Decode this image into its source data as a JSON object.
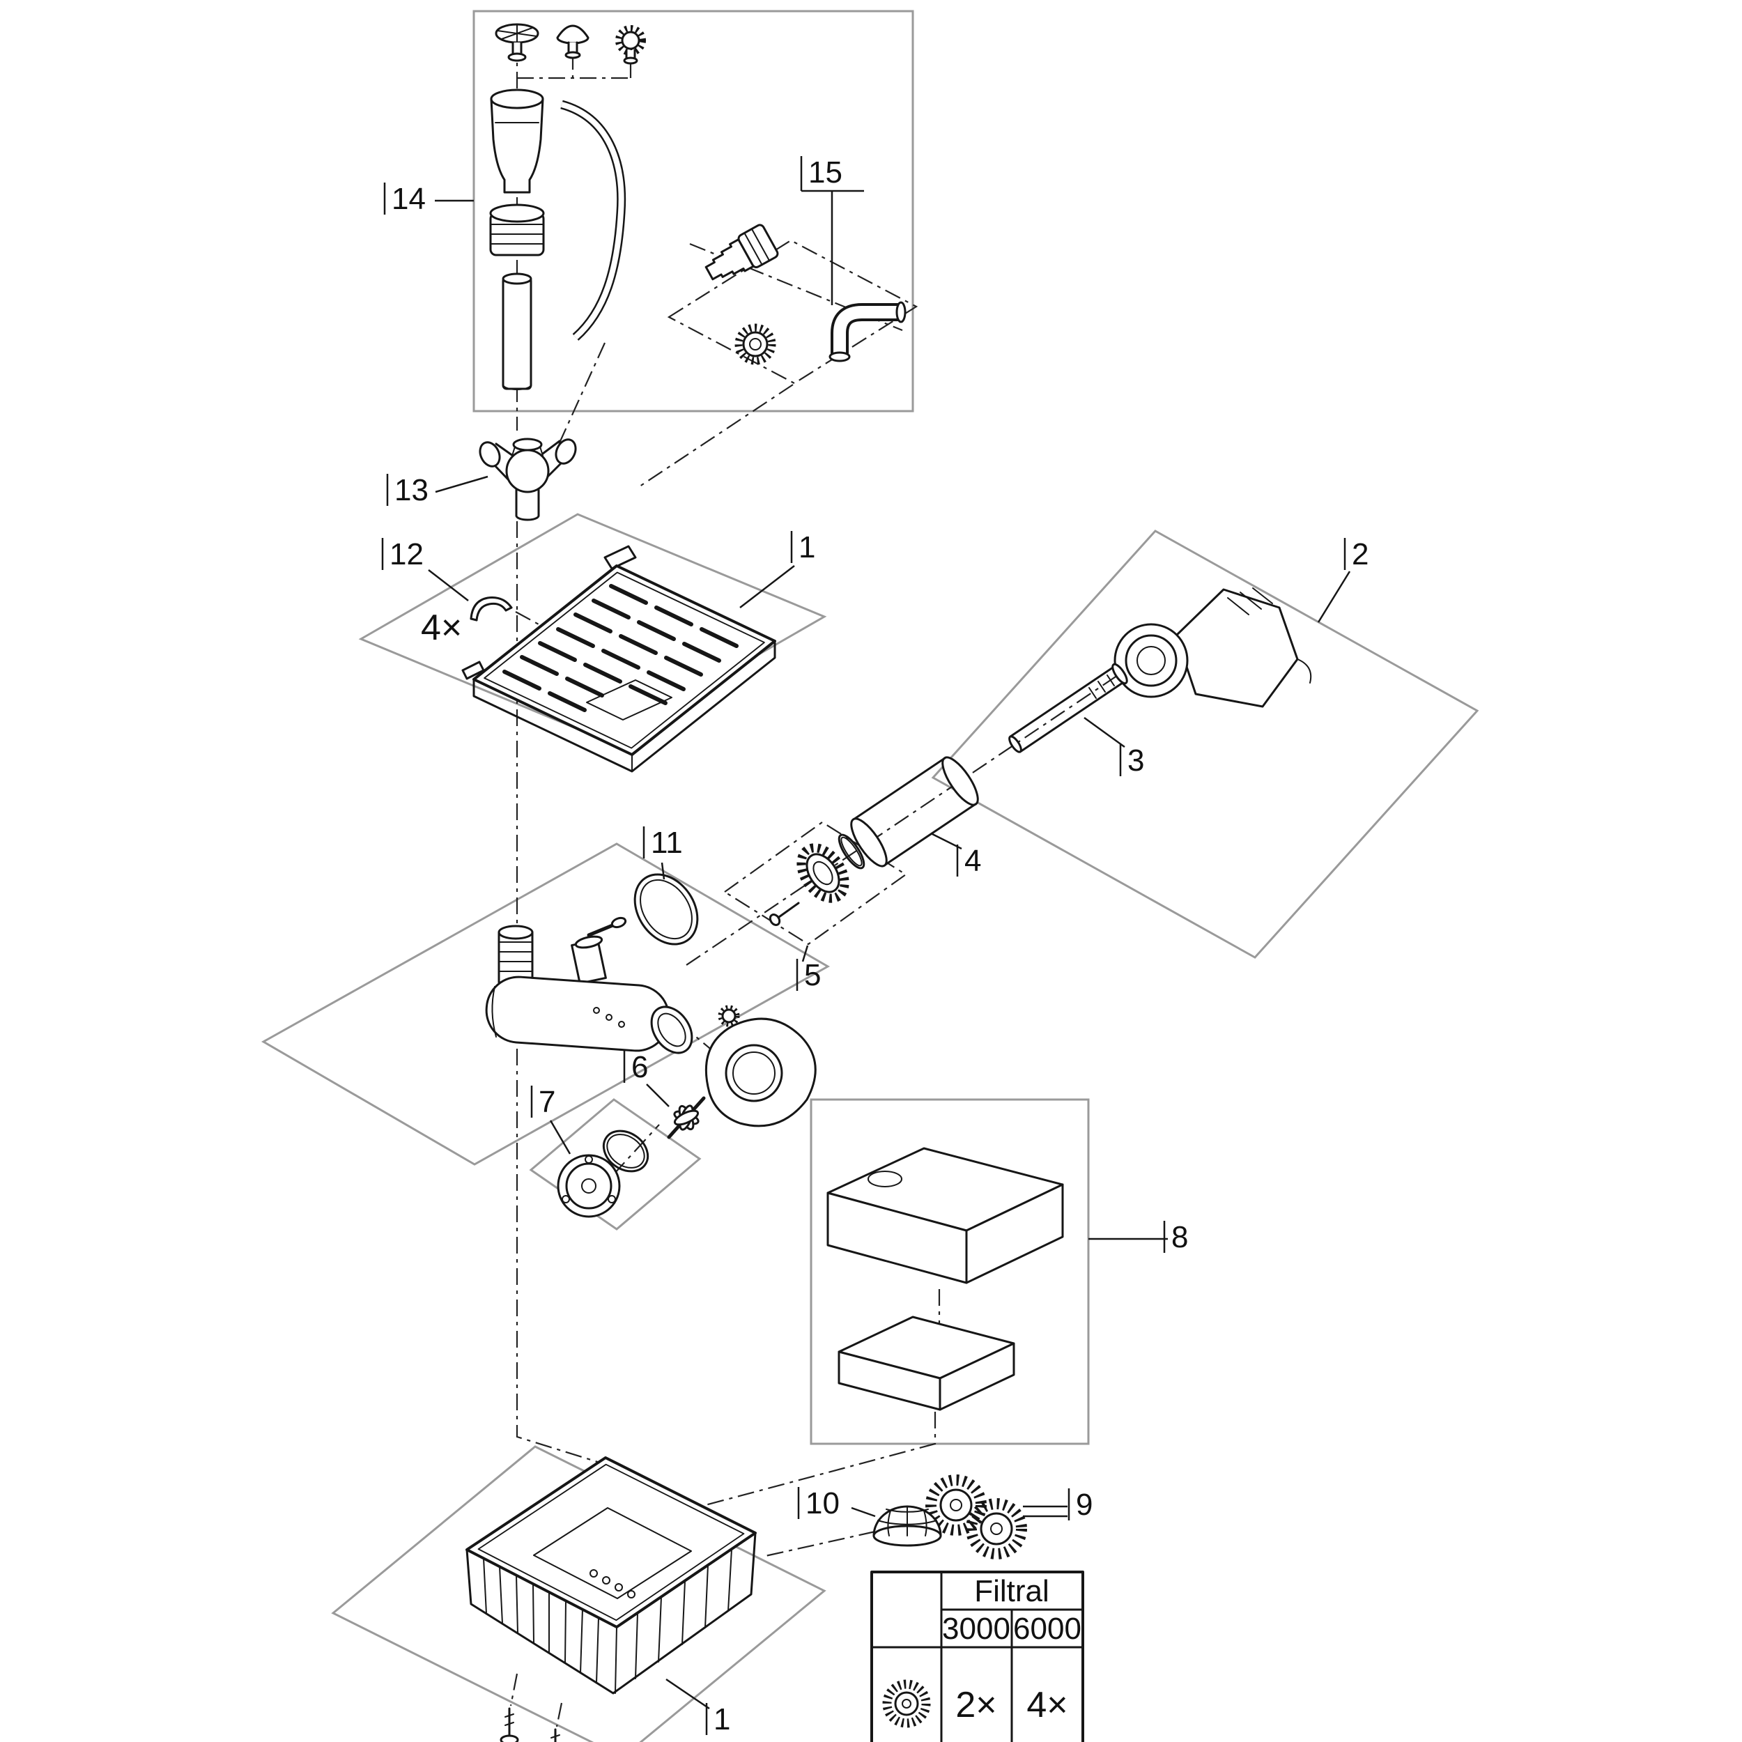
{
  "diagram": {
    "parts": {
      "p1_top": "1",
      "p1_bottom": "1",
      "p2": "2",
      "p3": "3",
      "p4": "4",
      "p5": "5",
      "p6": "6",
      "p7": "7",
      "p8": "8",
      "p9": "9",
      "p10": "10",
      "p11": "11",
      "p12": "12",
      "p13": "13",
      "p14": "14",
      "p15": "15"
    },
    "quantities": {
      "clip_qty": "4×"
    },
    "table": {
      "title": "Filtral",
      "columns": [
        "3000",
        "6000"
      ],
      "rows": [
        {
          "icon": "filter-cartridge-icon",
          "values": [
            "2×",
            "4×"
          ]
        }
      ]
    }
  }
}
